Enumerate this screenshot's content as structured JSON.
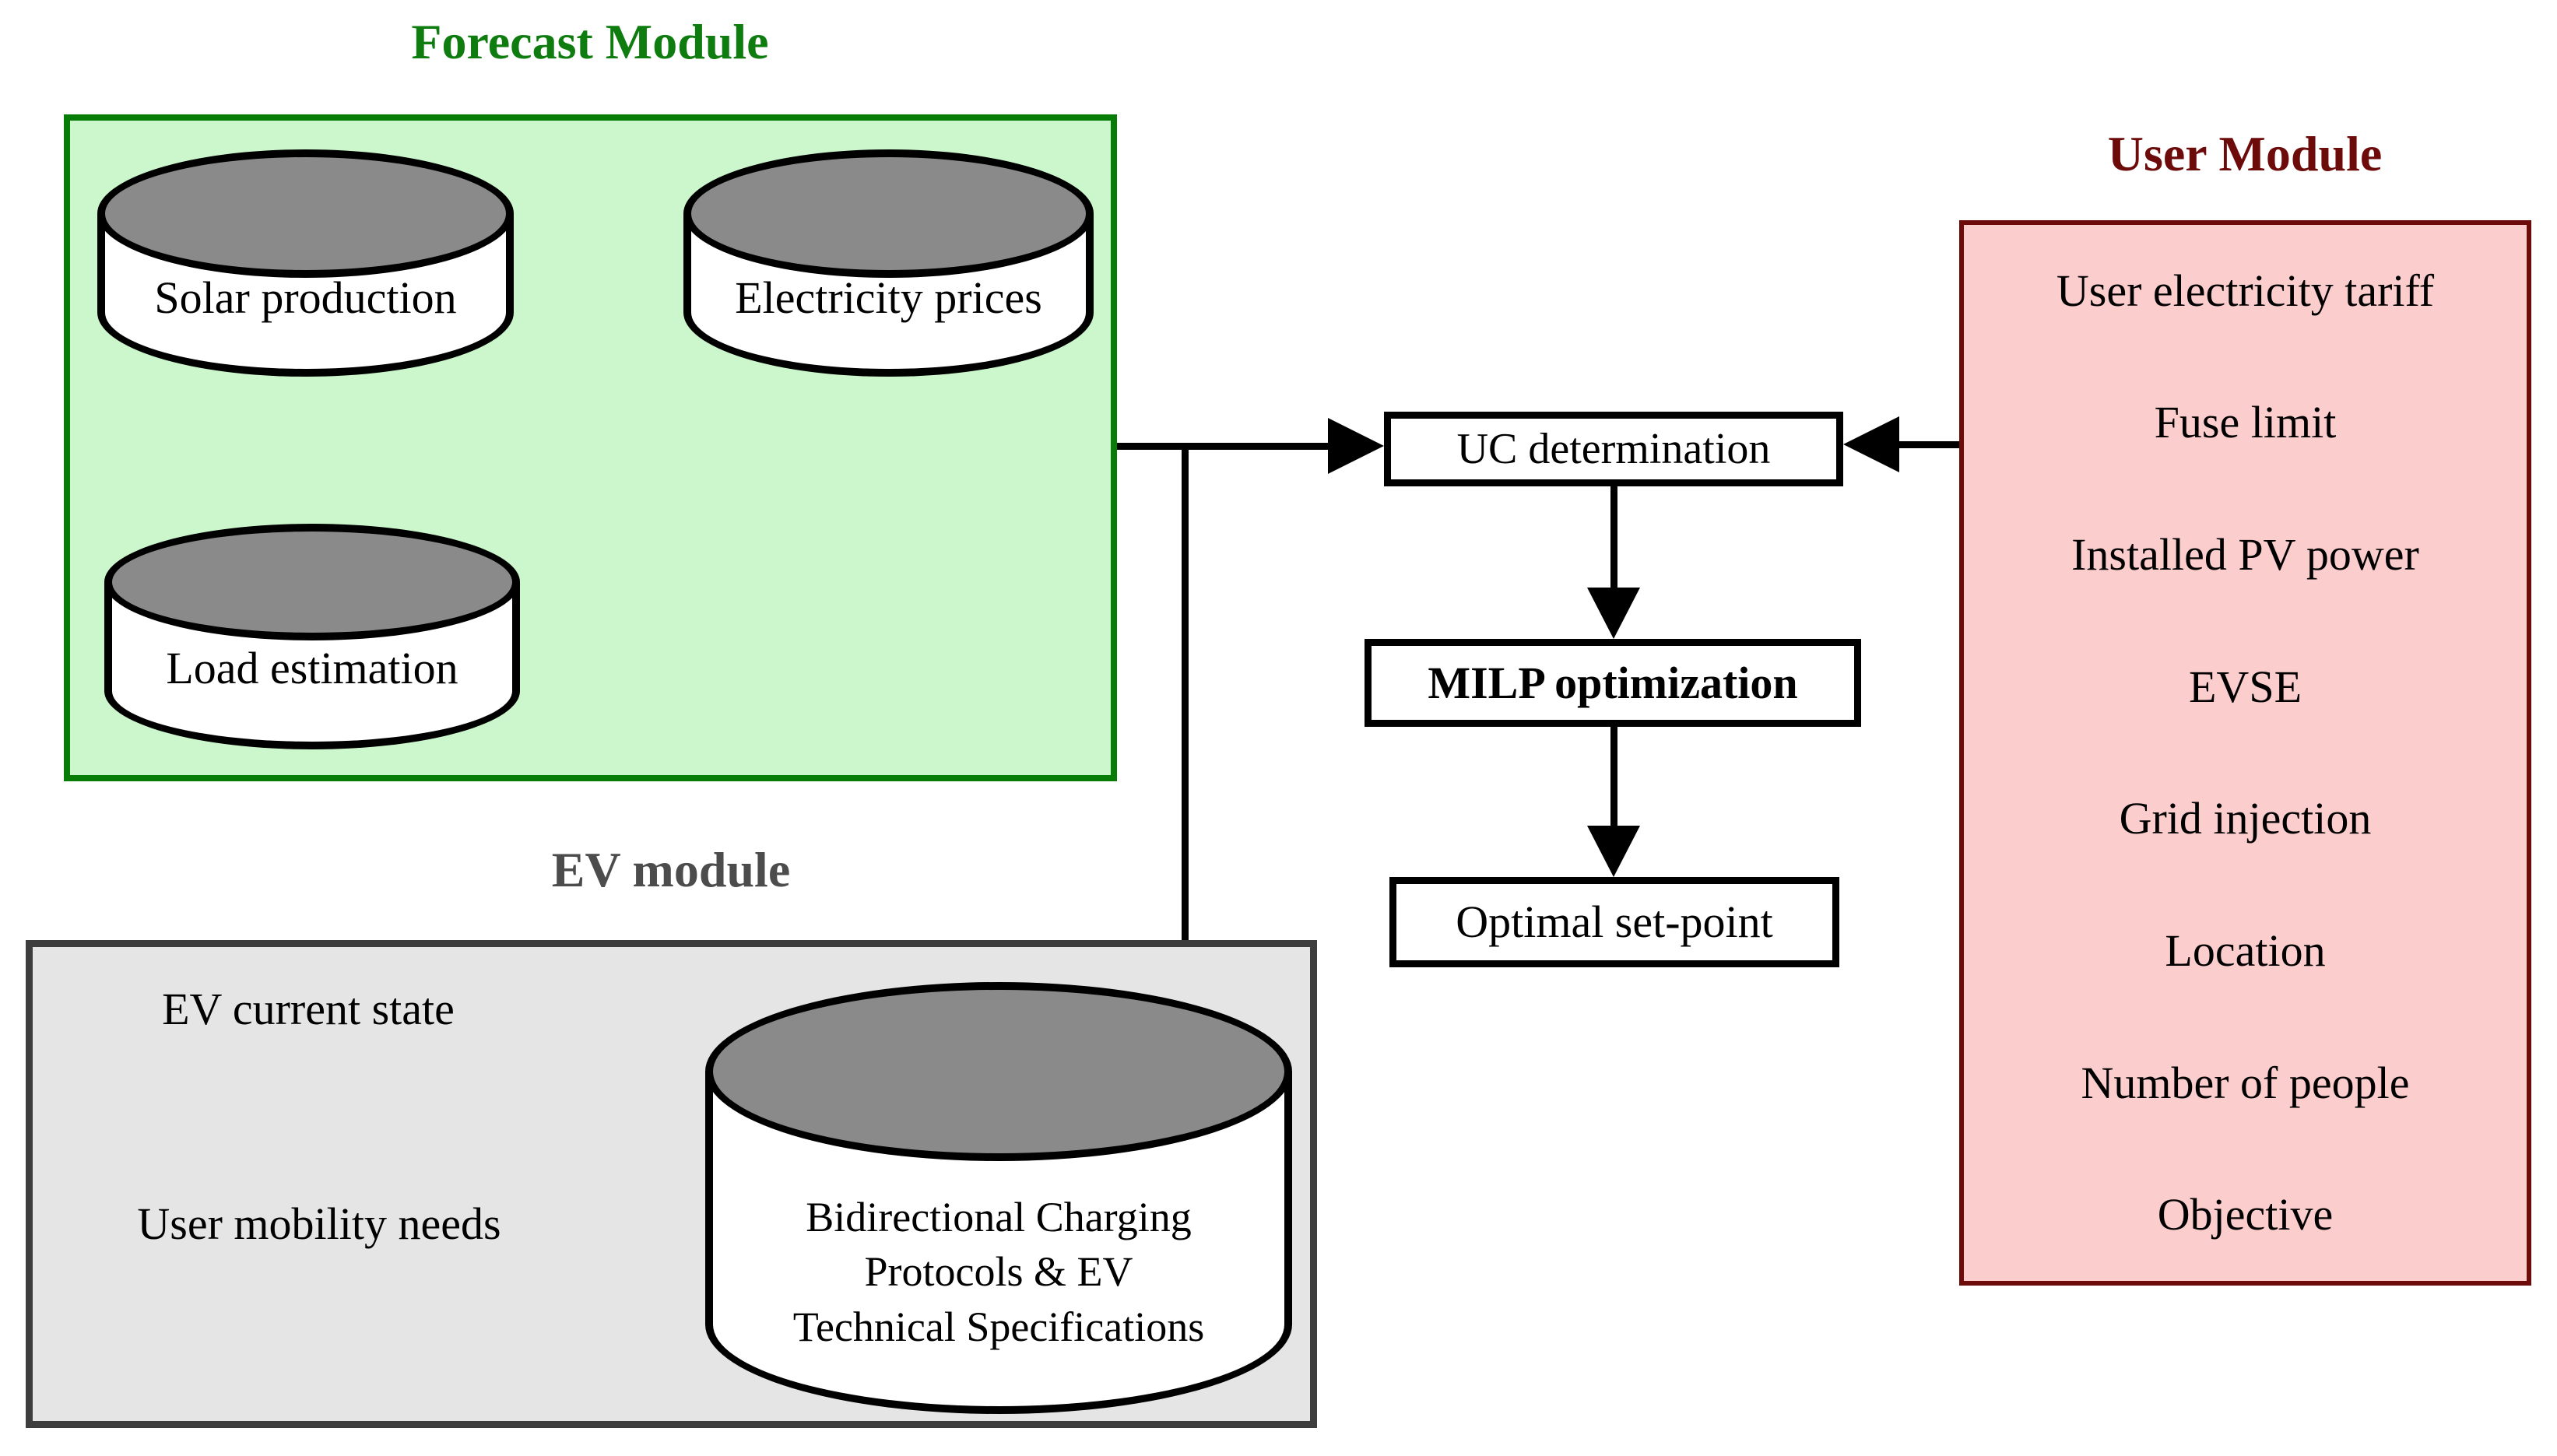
{
  "forecast_module": {
    "title": "Forecast Module",
    "databases": [
      "Solar production",
      "Electricity prices",
      "Load estimation"
    ]
  },
  "ev_module": {
    "title": "EV module",
    "inputs": [
      "EV current state",
      "User mobility needs"
    ],
    "database_lines": [
      "Bidirectional Charging",
      "Protocols & EV",
      "Technical Specifications"
    ]
  },
  "user_module": {
    "title": "User Module",
    "parameters": [
      "User electricity tariff",
      "Fuse limit",
      "Installed PV power",
      "EVSE",
      "Grid injection",
      "Location",
      "Number of people",
      "Objective"
    ]
  },
  "pipeline": {
    "uc_determination": "UC determination",
    "milp_optimization": "MILP optimization",
    "optimal_set_point": "Optimal set-point"
  },
  "colors": {
    "forecast_fill": "#ccf7cc",
    "forecast_border": "#077d07",
    "forecast_title": "#0e7c0e",
    "user_fill": "#fccdcd",
    "user_border": "#6d0b0b",
    "user_title": "#6d0b0b",
    "ev_fill": "#e5e5e5",
    "ev_border": "#3d3d3d",
    "ev_title": "#4c4c4c",
    "cylinder_top": "#8a8a8a",
    "cylinder_body": "#ffffff",
    "connector": "#000000"
  }
}
